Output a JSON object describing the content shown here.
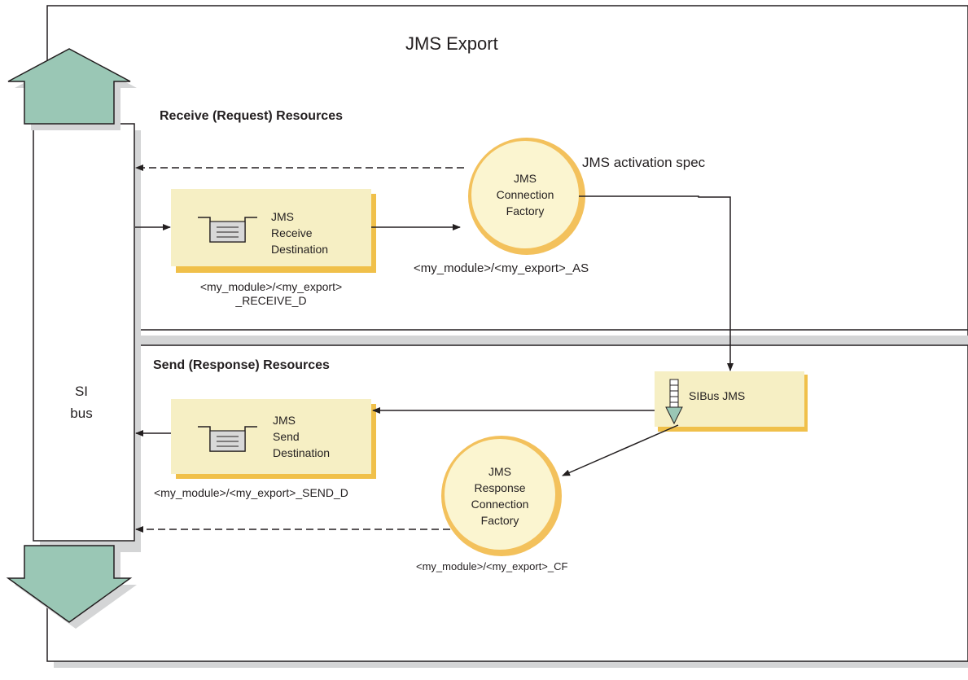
{
  "diagram": {
    "title": "JMS Export",
    "receive_section": "Receive (Request) Resources",
    "send_section": "Send (Response) Resources",
    "si_bus": [
      "SI",
      "bus"
    ],
    "activation_spec_label": "JMS activation spec",
    "receive_destination": {
      "lines": [
        "JMS",
        "Receive",
        "Destination"
      ],
      "jndi": [
        "<my_module>/<my_export>",
        "_RECEIVE_D"
      ]
    },
    "connection_factory": {
      "lines": [
        "JMS",
        "Connection",
        "Factory"
      ],
      "jndi": "<my_module>/<my_export>_AS"
    },
    "sibus_jms": {
      "label": "SIBus JMS"
    },
    "send_destination": {
      "lines": [
        "JMS",
        "Send",
        "Destination"
      ],
      "jndi": "<my_module>/<my_export>_SEND_D"
    },
    "response_connection_factory": {
      "lines": [
        "JMS",
        "Response",
        "Connection",
        "Factory"
      ],
      "jndi": "<my_module>/<my_export>_CF"
    },
    "colors": {
      "box_fill": "#f6efc4",
      "box_shadow": "#f0c04a",
      "circle_fill": "#fbf5d0",
      "circle_stroke": "#f3c15c",
      "arrow_fill": "#9ac7b5",
      "line": "#231f20"
    }
  }
}
